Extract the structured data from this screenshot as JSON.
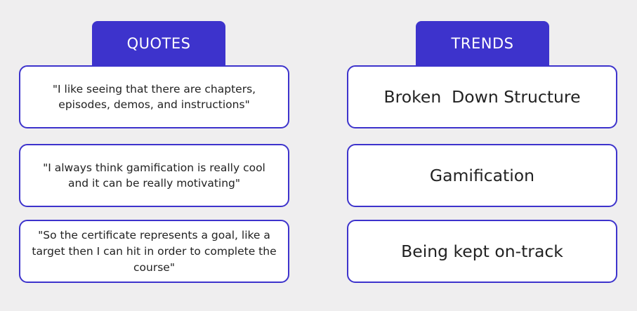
{
  "quotes": {
    "heading": "QUOTES",
    "items": [
      "\"I like seeing that there are chapters, episodes, demos, and instructions\"",
      "\"I always think gamification is really cool and it can be really motivating\"",
      "\"So the certificate represents a goal, like a target then  I can hit in order to complete the course\""
    ]
  },
  "trends": {
    "heading": "TRENDS",
    "items": [
      "Broken  Down Structure",
      "Gamification",
      "Being kept on-track"
    ]
  },
  "colors": {
    "accent": "#3d33cc",
    "background": "#efeeef",
    "box_fill": "#ffffff",
    "text": "#222222"
  }
}
